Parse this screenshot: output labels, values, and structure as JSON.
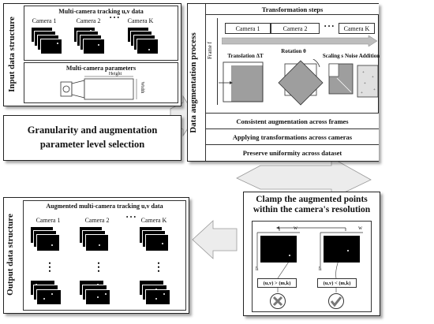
{
  "input_panel": {
    "side_label": "Input data structure",
    "tracking_title": "Multi-camera tracking u,v data",
    "cameras": [
      "Camera 1",
      "Camera 2",
      "Camera K"
    ],
    "ellipsis": "• • •",
    "params_title": "Multi-camera parameters",
    "height_label": "Height",
    "width_label": "Width"
  },
  "granularity_box": {
    "line1": "Granularity and augmentation",
    "line2": "parameter level selection"
  },
  "augmentation_panel": {
    "side_label": "Data augmentation process",
    "steps_title": "Transformation steps",
    "cameras": [
      "Camera 1",
      "Camera 2",
      "Camera K"
    ],
    "ellipsis": "• • •",
    "frame_label": "Frame f",
    "steps": [
      "Translation ΔT",
      "Rotation θ",
      "Scaling s",
      "Noise Addition"
    ],
    "bars": [
      "Consistent augmentation across frames",
      "Applying transformations across cameras",
      "Preserve uniformity across dataset"
    ]
  },
  "output_panel": {
    "side_label": "Output data structure",
    "title": "Augmented multi-camera tracking u,v data",
    "cameras": [
      "Camera 1",
      "Camera 2",
      "Camera K"
    ],
    "ellipsis": "• • •",
    "vdots": "⋮"
  },
  "clamp_panel": {
    "title_line1": "Clamp the augmented points",
    "title_line2": "within the camera's resolution",
    "w_label": "w",
    "h_label": "h",
    "fail_condition": "(u,v) > (m,k)",
    "pass_condition": "(u,v) < (m,k)"
  },
  "colors": {
    "arrow_fill": "#e6e6e6",
    "border": "#222222",
    "progress_bar": "#bdbdbd"
  }
}
